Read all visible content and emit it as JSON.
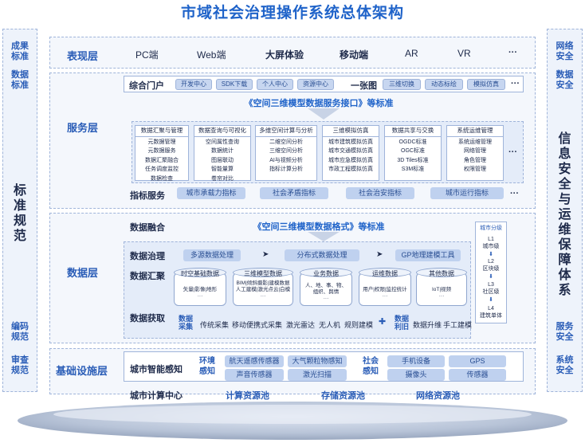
{
  "title": "市域社会治理操作系统总体架构",
  "left_side": {
    "top1": "成果\n标准",
    "top2": "数据\n标准",
    "big": "标\n准\n规\n范",
    "bottom1": "编码\n规范",
    "bottom2": "审查\n规范"
  },
  "right_side": {
    "top1": "网络\n安全",
    "top2": "数据\n安全",
    "big": "信\n息\n安\n全\n与\n运\n维\n保\n障\n体\n系",
    "bottom1": "服务\n安全",
    "bottom2": "系统\n安全"
  },
  "presentation": {
    "label": "表现层",
    "items": [
      "PC端",
      "Web端",
      "大屏体验",
      "移动端",
      "AR",
      "VR",
      "···"
    ]
  },
  "service": {
    "label": "服务层",
    "portal": {
      "label": "综合门户",
      "items": [
        "开发中心",
        "SDK下载",
        "个人中心",
        "资源中心"
      ],
      "map_label": "一张图",
      "map_items": [
        "三维切换",
        "动态标绘",
        "模拟仿真"
      ],
      "more": "···"
    },
    "standard": "《空间三维模型数据服务接口》等标准",
    "columns": [
      {
        "header": "数据汇聚与管理",
        "items": [
          "元数据管理",
          "元数据服务",
          "数据汇聚融合",
          "任务调度监控",
          "数据检查"
        ]
      },
      {
        "header": "数据查询与可视化",
        "items": [
          "空间属性查询",
          "数据统计",
          "图层联动",
          "智能量算",
          "卷帘对比"
        ]
      },
      {
        "header": "多维空间计算与分析",
        "items": [
          "二维空间分析",
          "三维空间分析",
          "AI与视频分析",
          "指标计算分析"
        ]
      },
      {
        "header": "三维模拟仿真",
        "items": [
          "城市建筑模拟仿真",
          "城市交通模拟仿真",
          "城市应急模拟仿真",
          "市政工程模拟仿真"
        ]
      },
      {
        "header": "数据共享与交换",
        "items": [
          "OGDC标准",
          "OGC标准",
          "3D Tiles标准",
          "S3M标准"
        ]
      },
      {
        "header": "系统运维管理",
        "items": [
          "系统运维管理",
          "网络管理",
          "角色管理",
          "权限管理"
        ]
      }
    ],
    "more": "···",
    "indicator": {
      "label": "指标服务",
      "items": [
        "城市承载力指标",
        "社会矛盾指标",
        "社会治安指标",
        "城市运行指标"
      ],
      "more": "···"
    }
  },
  "data_layer": {
    "label": "数据层",
    "fusion_label": "数据融合",
    "standard": "《空间三维模型数据格式》等标准",
    "governance": {
      "label": "数据治理",
      "steps": [
        "多源数据处理",
        "分布式数据处理",
        "GP地理建模工具"
      ]
    },
    "aggregation": {
      "label": "数据汇聚",
      "dbs": [
        {
          "title": "时空基础数据",
          "desc": "矢量|影像|地形\n···"
        },
        {
          "title": "三维模型数据",
          "desc": "BIM|倾斜摄影|建模数据\n人工建模|激光点云|白模\n···"
        },
        {
          "title": "业务数据",
          "desc": "人、地、事、物、\n组织、舆情\n···"
        },
        {
          "title": "运维数据",
          "desc": "用户|权限|监控统计\n···"
        },
        {
          "title": "其他数据",
          "desc": "IoT|视频\n···"
        }
      ]
    },
    "acquisition": {
      "label": "数据获取",
      "collect_label": "数据\n采集",
      "collect_items": [
        "传统采集",
        "移动便携式采集",
        "激光雷达",
        "无人机",
        "规则建模"
      ],
      "plus": "✚",
      "use_label": "数据\n利旧",
      "use_items": [
        "数据升维",
        "手工建模"
      ]
    },
    "city_levels": {
      "title": "城市分级",
      "levels": [
        "L1\n城市级",
        "L2\n区块级",
        "L3\n社区级",
        "L4\n建筑单体"
      ]
    }
  },
  "infrastructure": {
    "label": "基础设施层",
    "sensing_label": "城市智能感知",
    "env_label": "环境\n感知",
    "env_items": [
      "航天遥感传感器",
      "大气颗粒物感知",
      "声音传感器",
      "激光扫描"
    ],
    "social_label": "社会\n感知",
    "social_items": [
      "手机设备",
      "GPS",
      "摄像头",
      "传感器"
    ],
    "compute_label": "城市计算中心",
    "compute_items": [
      "计算资源池",
      "存储资源池",
      "网络资源池"
    ]
  }
}
